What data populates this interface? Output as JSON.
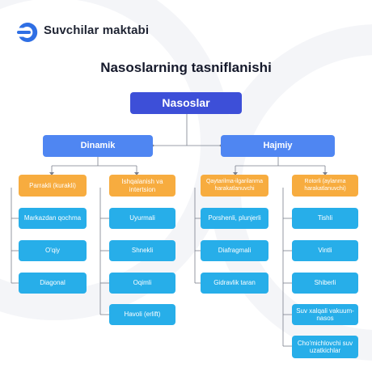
{
  "brand": {
    "name": "Suvchilar maktabi"
  },
  "title": "Nasoslarning tasniflanishi",
  "colors": {
    "root": "#3d4fd8",
    "level1": "#4f86f2",
    "level2": "#f7ac3f",
    "leaf": "#27aee9",
    "connector": "#7a7f8c"
  },
  "tree": {
    "label": "Nasoslar",
    "children": [
      {
        "label": "Dinamik",
        "children": [
          {
            "label": "Parrakli (kurakli)",
            "children": [
              "Markazdan qochma",
              "O'qiy",
              "Diagonal"
            ]
          },
          {
            "label": "Ishqalanish va intertsion",
            "children": [
              "Uyurmali",
              "Shnekli",
              "Oqimli",
              "Havoli (erlift)"
            ]
          }
        ]
      },
      {
        "label": "Hajmiy",
        "children": [
          {
            "label": "Qaytarilma-ilgarilanma harakatlanuvchi",
            "children": [
              "Porshenli, plunjerli",
              "Diafragmali",
              "Gidravlik taran"
            ]
          },
          {
            "label": "Rotorli (aylanma harakatlanuvchi)",
            "children": [
              "Tishli",
              "Vintli",
              "Shiberli",
              "Suv xalqali vakuum-nasos",
              "Cho'michlovchi suv uzatkichlar"
            ]
          }
        ]
      }
    ]
  }
}
